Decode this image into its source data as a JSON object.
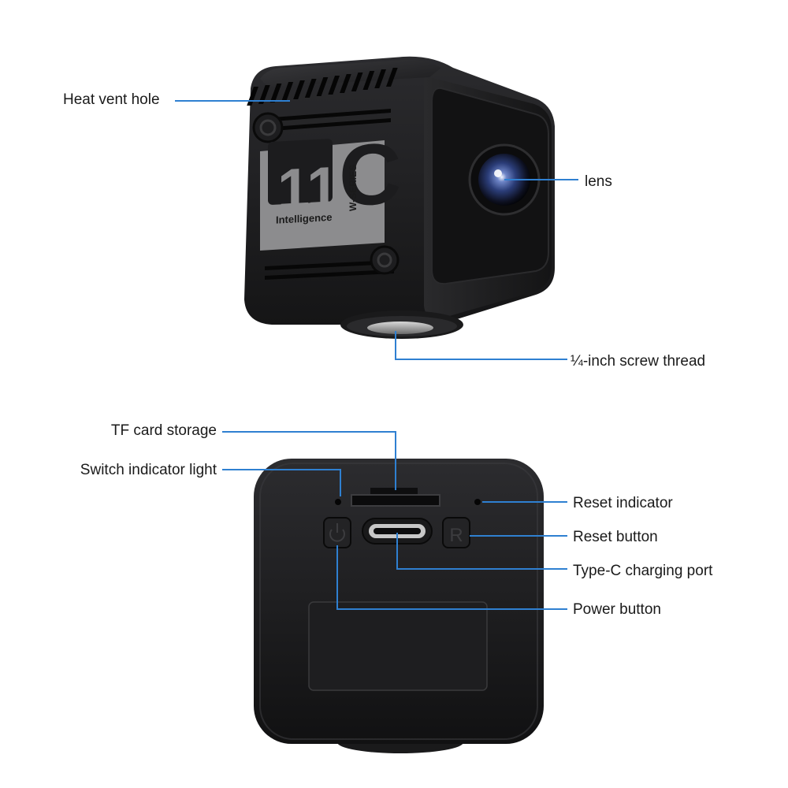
{
  "colors": {
    "leader_line": "#2f80d1",
    "body_dark": "#1b1b1d",
    "body_face": "#242426",
    "plate_grey": "#8c8c8e",
    "plate_text": "#1a1a1a"
  },
  "front_view": {
    "plate": {
      "number": "11",
      "letter": "C",
      "series": "W-SERIES",
      "tagline": "Intelligence"
    },
    "callouts": {
      "heat_vent": "Heat vent hole",
      "lens": "lens",
      "screw_thread": "¼-inch screw thread"
    }
  },
  "bottom_view": {
    "callouts": {
      "tf_card": "TF card storage",
      "switch_light": "Switch indicator light",
      "reset_indicator": "Reset indicator",
      "reset_button": "Reset button",
      "type_c": "Type-C charging port",
      "power_button": "Power button"
    },
    "reset_key_letter": "R"
  },
  "icons": {
    "power": "power-icon",
    "vent": "vent-slots-icon",
    "screw": "screw-mount-icon"
  }
}
